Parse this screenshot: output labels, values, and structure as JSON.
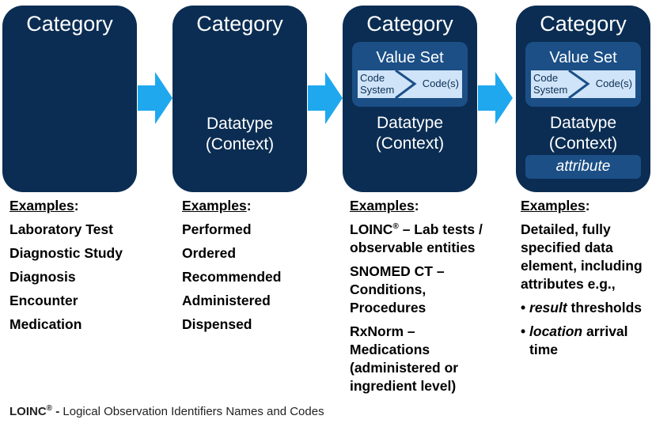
{
  "boxes": [
    {
      "title": "Category"
    },
    {
      "title": "Category",
      "datatype": "Datatype",
      "context": "(Context)"
    },
    {
      "title": "Category",
      "value_set": "Value Set",
      "code_system_1": "Code",
      "code_system_2": "System",
      "codes": "Code(s)",
      "datatype": "Datatype",
      "context": "(Context)"
    },
    {
      "title": "Category",
      "value_set": "Value Set",
      "code_system_1": "Code",
      "code_system_2": "System",
      "codes": "Code(s)",
      "datatype": "Datatype",
      "context": "(Context)",
      "attribute": "attribute"
    }
  ],
  "columns": [
    {
      "header": "Examples",
      "items": [
        "Laboratory Test",
        "Diagnostic Study",
        "Diagnosis",
        "Encounter",
        "Medication"
      ]
    },
    {
      "header": "Examples",
      "items": [
        "Performed",
        "Ordered",
        "Recommended",
        "Administered",
        "Dispensed"
      ]
    },
    {
      "header": "Examples",
      "loinc_name": "LOINC",
      "reg": "®",
      "loinc_rest": "– Lab tests /",
      "loinc_line2": "observable entities",
      "snomed_line1": "SNOMED CT –",
      "snomed_line2": "Conditions,",
      "snomed_line3": "Procedures",
      "rxnorm_line1": "RxNorm –",
      "rxnorm_line2": "Medications",
      "rxnorm_line3": "(administered or",
      "rxnorm_line4": "ingredient level)"
    },
    {
      "header": "Examples",
      "desc_line1": "Detailed, fully",
      "desc_line2": "specified data",
      "desc_line3": "element, including",
      "desc_line4": "attributes e.g.,",
      "bullet": "•",
      "b1_italic": "result",
      "b1_rest": "thresholds",
      "b2_italic": "location",
      "b2_rest": "arrival",
      "b2_line2": "time"
    }
  ],
  "footer": {
    "term": "LOINC",
    "reg": "®",
    "dash": "-",
    "definition": "Logical Observation Identifiers Names and Codes"
  },
  "colors": {
    "box": "#0b2d53",
    "inner": "#1b4f86",
    "band": "#cfe4f8",
    "arrow": "#1fa8ee"
  }
}
